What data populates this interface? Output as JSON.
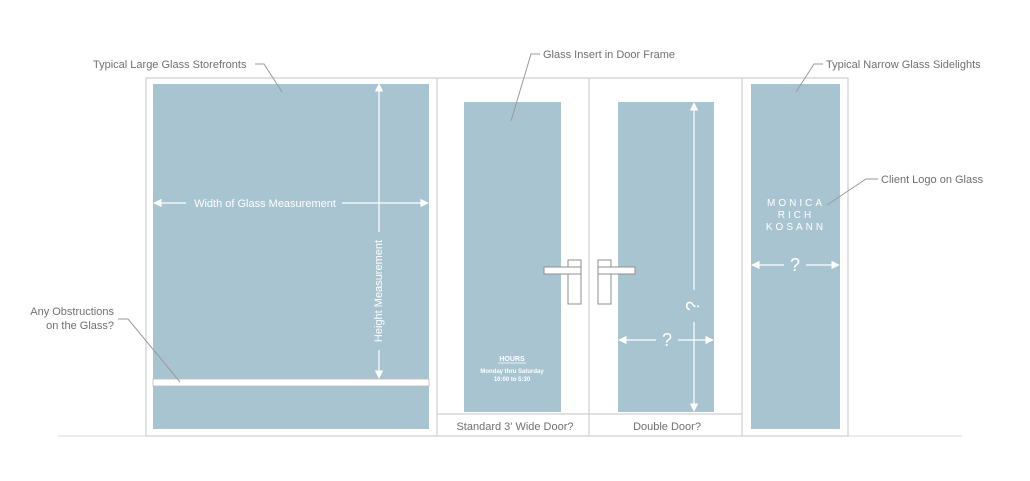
{
  "callouts": {
    "storefront": "Typical Large Glass Storefronts",
    "door_insert": "Glass Insert in Door Frame",
    "sidelights": "Typical Narrow Glass Sidelights",
    "logo": "Client Logo on Glass",
    "obstructions_line1": "Any Obstructions",
    "obstructions_line2": "on the Glass?"
  },
  "measurements": {
    "width": "Width of Glass Measurement",
    "height": "Height Measurement",
    "unknown": "?"
  },
  "hours_sign": {
    "heading": "HOURS",
    "line1": "Monday thru Saturday",
    "line2": "10:00 to 5:30"
  },
  "logo_text": {
    "line1": "MONICA",
    "line2": "RICH",
    "line3": "KOSANN"
  },
  "door_labels": {
    "standard": "Standard 3' Wide Door?",
    "double": "Double Door?"
  },
  "colors": {
    "glass": "#a9c4d1",
    "frame": "#cfcfcf",
    "text": "#6f6f6f",
    "arrows": "#ffffff"
  }
}
